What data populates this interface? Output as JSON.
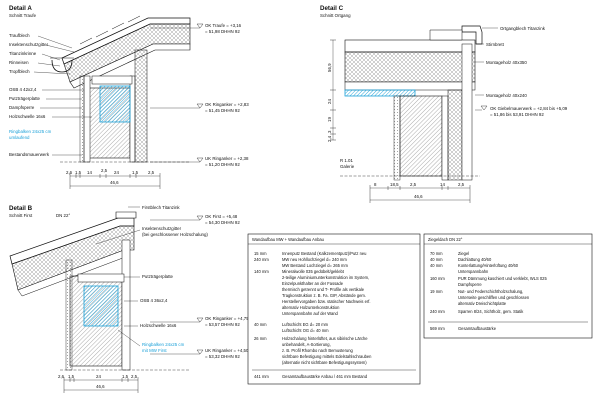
{
  "detailA": {
    "title": "Detail A",
    "subtitle": "Schnitt Traufe",
    "labels": [
      "Traufblech",
      "Insektenschutzgitter",
      "Titanzinkrinne",
      "Rinneisen",
      "Tropfblech",
      "OSB 4 42x2,4",
      "Putzträgerplatte",
      "Dampfsperre",
      "Holzschwelle 16x6"
    ],
    "cyan_label": [
      "Ringbalken 24x25 cm",
      "umlaufend"
    ],
    "wall_label": "Bestandsmauerwerk",
    "levels": [
      [
        "OK Traufe = +3,16",
        "= 51,98 DHHN 92"
      ],
      [
        "OK Ringanker = +2,83",
        "= 51,45 DHHN 92"
      ],
      [
        "UK Ringanker = +2,38",
        "= 51,20 DHHN 92"
      ]
    ],
    "dims_small": [
      "2,6",
      "1,5",
      "14",
      "2,5",
      "24",
      "1,5",
      "2,5"
    ],
    "dim_total": "46,6"
  },
  "detailB": {
    "title": "Detail B",
    "subtitle": "Schnitt First",
    "dn": "DN 22°",
    "labels_top": [
      "Firstblech Titanzink"
    ],
    "insect": [
      "Insektenschutzgitter",
      "(bei geschlossener Holzschalung)"
    ],
    "labels": [
      "Putzträgerplatte",
      "OSB 4 36x2,4",
      "Holzschwelle 16x6"
    ],
    "cyan_label": [
      "Ringbalken 24x25 cm",
      "mit MW First"
    ],
    "levels": [
      [
        "OK First = +5,48",
        "= 54,30 DHHN 92"
      ],
      [
        "OK Ringanker = +4,75",
        "= 53,57 DHHN 92"
      ],
      [
        "UK Ringanker = +4,50",
        "= 53,32 DHHN 92"
      ]
    ],
    "dims_small": [
      "2,6",
      "1,5",
      "24",
      "1,5",
      "2,5"
    ],
    "dim_total": "46,6"
  },
  "detailC": {
    "title": "Detail C",
    "subtitle": "Schnitt Ortgang",
    "labels": [
      "Ortgangblech Titanzink",
      "Stirnbrett",
      "Montageholz 40x350",
      "Montageholz 40x240"
    ],
    "level": [
      "OK Giebelmauerwerk = +2,84 bis +5,09",
      "= 51,86 bis 53,91 DHHN 92"
    ],
    "room": [
      "R 1.01",
      "Galerie"
    ],
    "dims_v": [
      "56,9",
      "24",
      "19",
      "3",
      "2,4"
    ],
    "dims_small": [
      "8",
      "18,5",
      "2,5",
      "14",
      "2,5"
    ],
    "dim_total": "46,6"
  },
  "wall_table": {
    "title": "Wandaufbau MW + Wandaufbau Anbau",
    "rows": [
      {
        "t": "15 mm",
        "d": [
          "Innenputz Bestand (Kalkzementputz)/Putz neu"
        ]
      },
      {
        "t": "240 mm",
        "d": [
          "MW neu Hohllochziegel d= 240 mm",
          "MW Bestand Lochziegel d= 265 mm"
        ]
      },
      {
        "t": "140 mm",
        "d": [
          "Mineralwolle 035 gedübelt/geklebt",
          "2-teilige Aluminiumunterkonstruktion im System,",
          "Einzelpunkthalter an der Fassade",
          "thermisch getrennt und T- Profile als vertikale",
          "Tragkonstruktion z. B. Fa. GIP, Abstände gem.",
          "Herstellervorgaben bzw. statischer Nachweis erf.",
          "alternativ Holzunterkonstruktion",
          "Unterspannbahn auf der Wand"
        ]
      },
      {
        "t": "40 mm",
        "d": [
          "Luftschicht EG d= 20 mm",
          "Luftschicht OG d= 40 mm"
        ]
      },
      {
        "t": "26 mm",
        "d": [
          "Holzschalung hinterlüftet, aus sibirische Lärche",
          "unbehandelt, A-Sortierung,",
          "z. B. Profil Rhombo nach Bemusterung",
          "sichtbare Befestigung mittels Edelstahlschrauben",
          "(alternativ nicht sichtbare Befestigungssystem)"
        ]
      }
    ],
    "total_t": "441 mm",
    "total_d": "Gesamtaufbaustärke Anbau / 461 mm Bestand"
  },
  "roof_table": {
    "title": "Ziegeldach DN 22°",
    "rows": [
      {
        "t": "70 mm",
        "d": [
          "Ziegel"
        ]
      },
      {
        "t": "40 mm",
        "d": [
          "Dachlattung 40/60"
        ]
      },
      {
        "t": "40 mm",
        "d": [
          "Konterlattung/Hinterlüftung 40/60",
          "Unterspannbahn"
        ]
      },
      {
        "t": "160 mm",
        "d": [
          "PUR Dämmung kaschiert und verklebt, WLS 025",
          "Dampfsperre"
        ]
      },
      {
        "t": "19 mm",
        "d": [
          "Nut- und Federschichtholzschalung,",
          "Unterseite geschliffen und geschlossen",
          "alternativ Dreischichtplatte"
        ]
      },
      {
        "t": "240 mm",
        "d": [
          "Sparren 8/24, Sichtholz, gem. Statik"
        ]
      }
    ],
    "total_t": "569 mm",
    "total_d": "Gesamtaufbaustärke"
  },
  "colors": {
    "line": "#111111",
    "cyan": "#1aa0d8",
    "hatch": "#555555"
  }
}
